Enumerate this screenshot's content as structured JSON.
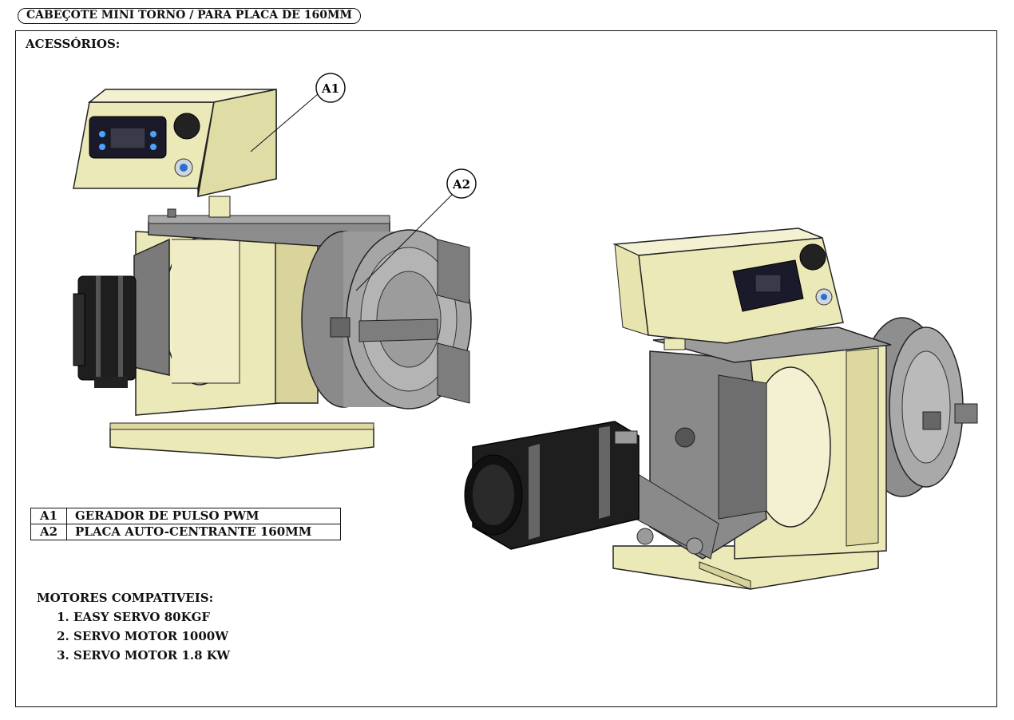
{
  "header": {
    "title": "CABEÇOTE MINI TORNO / PARA PLACA DE 160MM"
  },
  "section": {
    "label": "ACESSÓRIOS:"
  },
  "callouts": [
    {
      "code": "A1"
    },
    {
      "code": "A2"
    }
  ],
  "legend": [
    {
      "code": "A1",
      "description": "GERADOR DE PULSO PWM"
    },
    {
      "code": "A2",
      "description": "PLACA AUTO-CENTRANTE 160MM"
    }
  ],
  "motors": {
    "title": "MOTORES COMPATIVEIS:",
    "items": [
      "EASY SERVO 80KGF",
      "SERVO MOTOR 1000W",
      "SERVO MOTOR 1.8 KW"
    ]
  },
  "colors": {
    "cream": "#ece9b8",
    "steel": "#8a8a8a",
    "motor": "#1e1e1e",
    "panel": "#1a1a2a"
  }
}
